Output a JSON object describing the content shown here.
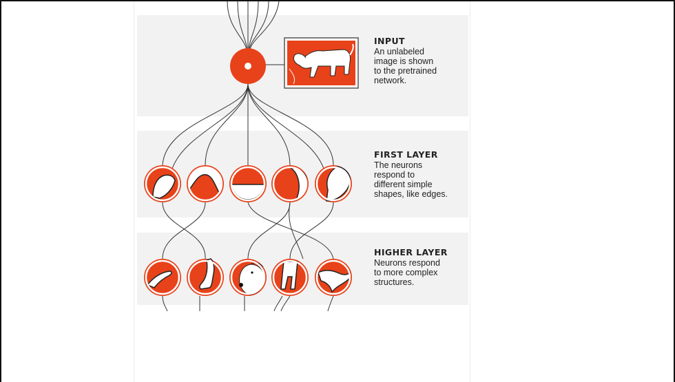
{
  "layers": {
    "input": {
      "title": "INPUT",
      "description": "An unlabeled\nimage is shown\nto the pretrained\nnetwork."
    },
    "first": {
      "title": "FIRST LAYER",
      "description": "The neurons\nrespond to\ndifferent simple\nshapes, like edges."
    },
    "higher": {
      "title": "HIGHER LAYER",
      "description": "Neurons respond\nto more complex\nstructures."
    }
  },
  "colors": {
    "neuron": "#e8421a",
    "band": "#f2f2f2",
    "line": "#333333"
  },
  "icons": {
    "input_image": "dog-photo-icon",
    "first_layer": [
      "edge-curve-icon",
      "edge-arch-icon",
      "edge-horizontal-icon",
      "edge-crescent-icon",
      "edge-vertical-icon"
    ],
    "higher_layer": [
      "ear-shape-icon",
      "paw-shape-icon",
      "dog-head-icon",
      "legs-shape-icon",
      "neck-shape-icon"
    ]
  }
}
